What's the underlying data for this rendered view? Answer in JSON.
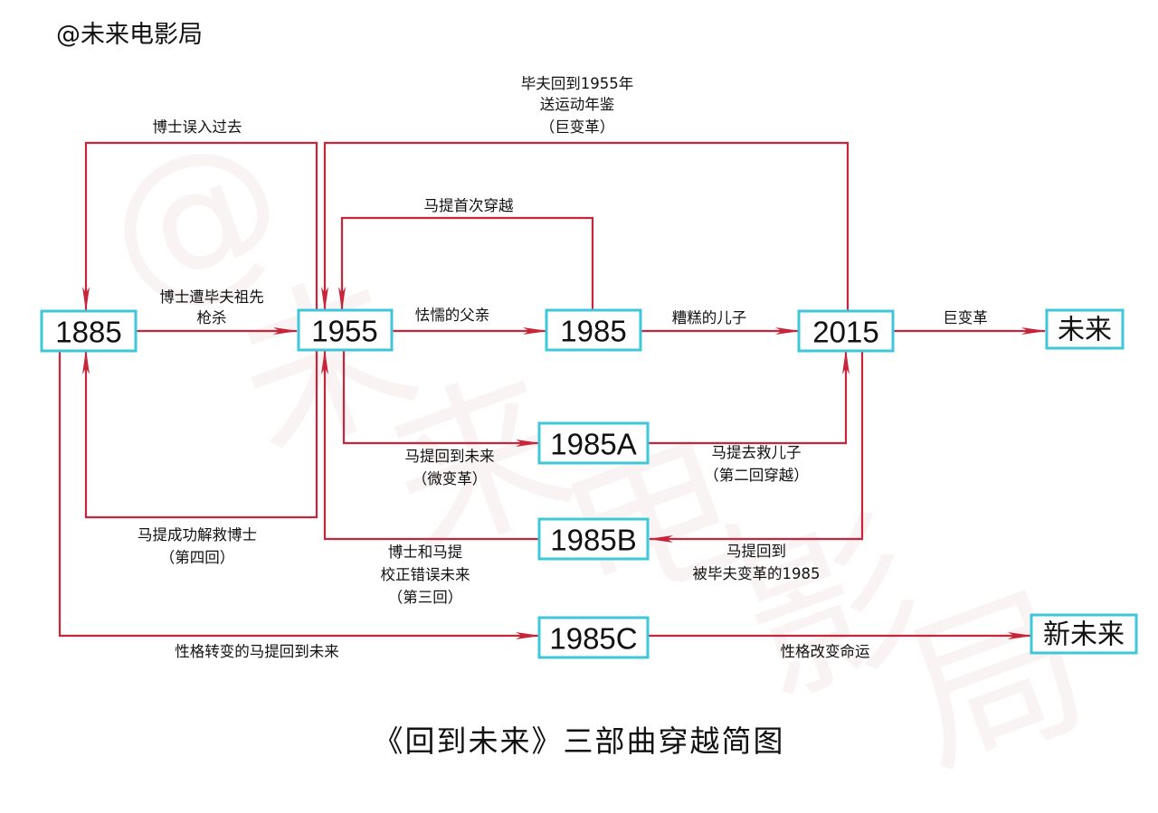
{
  "watermark": "@未来电影局",
  "watermark_background": [
    "@",
    "未",
    "来",
    "电",
    "影",
    "局"
  ],
  "footer_title": "《回到未来》三部曲穿越简图",
  "colors": {
    "node_border": "#3ec7d9",
    "arrow": "#c8243a",
    "text": "#111111"
  },
  "nodes": {
    "n1885": "1885",
    "n1955": "1955",
    "n1985": "1985",
    "n2015": "2015",
    "future": "未来",
    "n1985a": "1985A",
    "n1985b": "1985B",
    "n1985c": "1985C",
    "new_future": "新未来"
  },
  "edges": {
    "e_1885_1955": [
      "博士遭毕夫祖先",
      "枪杀"
    ],
    "e_1955_1985": [
      "怯懦的父亲"
    ],
    "e_1985_2015": [
      "糟糕的儿子"
    ],
    "e_2015_future": [
      "巨变革"
    ],
    "e_1955_1885": [
      "博士误入过去"
    ],
    "e_2015_1955": [
      "毕夫回到1955年",
      "送运动年鉴",
      "（巨变革）"
    ],
    "e_1985_1955": [
      "马提首次穿越"
    ],
    "e_1955_1985a": [
      "马提回到未来",
      "（微变革）"
    ],
    "e_1985a_2015": [
      "马提去救儿子",
      "（第二回穿越）"
    ],
    "e_2015_1985b": [
      "马提回到",
      "被毕夫变革的1985"
    ],
    "e_1985b_1955": [
      "博士和马提",
      "校正错误未来",
      "（第三回）"
    ],
    "e_1955_1885_rescue": [
      "马提成功解救博士",
      "（第四回）"
    ],
    "e_1885_1985c": [
      "性格转变的马提回到未来"
    ],
    "e_1985c_newfuture": [
      "性格改变命运"
    ]
  }
}
